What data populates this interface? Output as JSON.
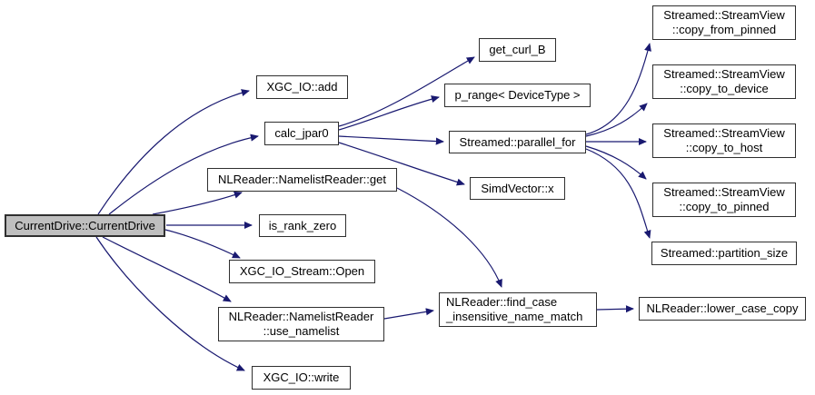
{
  "diagram": {
    "type": "call-graph",
    "colors": {
      "edge": "#191970",
      "node_border": "#2f2f2f",
      "root_fill": "#bfbfbf",
      "node_fill": "#ffffff",
      "background": "#ffffff",
      "text": "#000000"
    },
    "nodes": {
      "root": {
        "label": "CurrentDrive::CurrentDrive"
      },
      "xgc_io_add": {
        "label": "XGC_IO::add"
      },
      "calc_jpar0": {
        "label": "calc_jpar0"
      },
      "namelist_get": {
        "label": "NLReader::NamelistReader::get"
      },
      "is_rank_zero": {
        "label": "is_rank_zero"
      },
      "stream_open": {
        "label": "XGC_IO_Stream::Open"
      },
      "use_namelist": {
        "label": "NLReader::NamelistReader\n::use_namelist"
      },
      "xgc_io_write": {
        "label": "XGC_IO::write"
      },
      "get_curl_b": {
        "label": "get_curl_B"
      },
      "p_range": {
        "label": "p_range< DeviceType >"
      },
      "parallel_for": {
        "label": "Streamed::parallel_for"
      },
      "simdvector_x": {
        "label": "SimdVector::x"
      },
      "find_case": {
        "label": "NLReader::find_case\n_insensitive_name_match"
      },
      "copy_from_pinned": {
        "label": "Streamed::StreamView\n::copy_from_pinned"
      },
      "copy_to_device": {
        "label": "Streamed::StreamView\n::copy_to_device"
      },
      "copy_to_host": {
        "label": "Streamed::StreamView\n::copy_to_host"
      },
      "copy_to_pinned": {
        "label": "Streamed::StreamView\n::copy_to_pinned"
      },
      "partition_size": {
        "label": "Streamed::partition_size"
      },
      "lower_case_copy": {
        "label": "NLReader::lower_case_copy"
      }
    },
    "edges": [
      {
        "from": "root",
        "to": "xgc_io_add"
      },
      {
        "from": "root",
        "to": "calc_jpar0"
      },
      {
        "from": "root",
        "to": "namelist_get"
      },
      {
        "from": "root",
        "to": "is_rank_zero"
      },
      {
        "from": "root",
        "to": "stream_open"
      },
      {
        "from": "root",
        "to": "use_namelist"
      },
      {
        "from": "root",
        "to": "xgc_io_write"
      },
      {
        "from": "calc_jpar0",
        "to": "get_curl_b"
      },
      {
        "from": "calc_jpar0",
        "to": "p_range"
      },
      {
        "from": "calc_jpar0",
        "to": "parallel_for"
      },
      {
        "from": "calc_jpar0",
        "to": "simdvector_x"
      },
      {
        "from": "namelist_get",
        "to": "find_case"
      },
      {
        "from": "use_namelist",
        "to": "find_case"
      },
      {
        "from": "find_case",
        "to": "lower_case_copy"
      },
      {
        "from": "parallel_for",
        "to": "copy_from_pinned"
      },
      {
        "from": "parallel_for",
        "to": "copy_to_device"
      },
      {
        "from": "parallel_for",
        "to": "copy_to_host"
      },
      {
        "from": "parallel_for",
        "to": "copy_to_pinned"
      },
      {
        "from": "parallel_for",
        "to": "partition_size"
      }
    ]
  }
}
